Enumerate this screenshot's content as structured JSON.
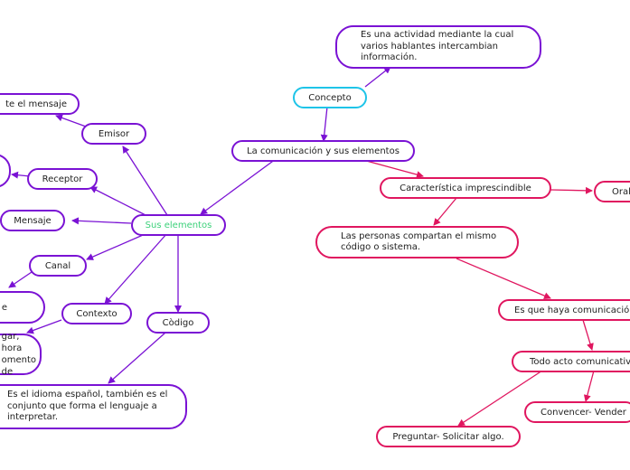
{
  "colors": {
    "purple": "#7a12d4",
    "pink": "#e0165f",
    "cyan": "#1ec4e8",
    "green": "#3cd17a"
  },
  "nodes": {
    "concepto_def": "Es una actividad mediante la cual varios hablantes intercambian información.",
    "concepto": "Concepto",
    "main": "La comunicación y sus elementos",
    "caracteristica": "Característica imprescindible",
    "oral": "Oral",
    "codigo_compartido": "Las personas compartan el mismo código o sistema.",
    "hay_comunicacion": "Es que haya comunicación",
    "acto_comunicativo": "Todo acto comunicativo",
    "convencer": "Convencer- Vender",
    "preguntar": "Preguntar- Solicitar algo.",
    "sus_elementos": "Sus elementos",
    "emisor_def": "te el mensaje",
    "emisor": "Emisor",
    "receptor": "Receptor",
    "mensaje": "Mensaje",
    "canal": "Canal",
    "canal_def": "e",
    "contexto": "Contexto",
    "contexto_def": "gar, hora omento de",
    "codigo": "Còdigo",
    "codigo_def": "Es el idioma español, también es el conjunto que forma el lenguaje a interpretar."
  }
}
